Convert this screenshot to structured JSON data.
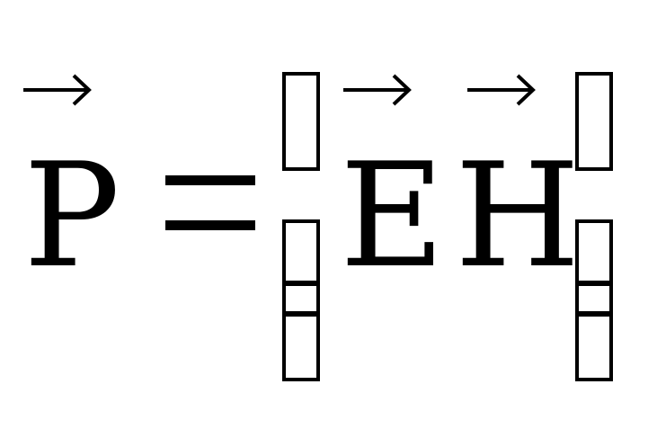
{
  "formula": {
    "lhs": "P",
    "equals": "=",
    "term1": "E",
    "term2": "H",
    "vector_arrow": "→"
  }
}
